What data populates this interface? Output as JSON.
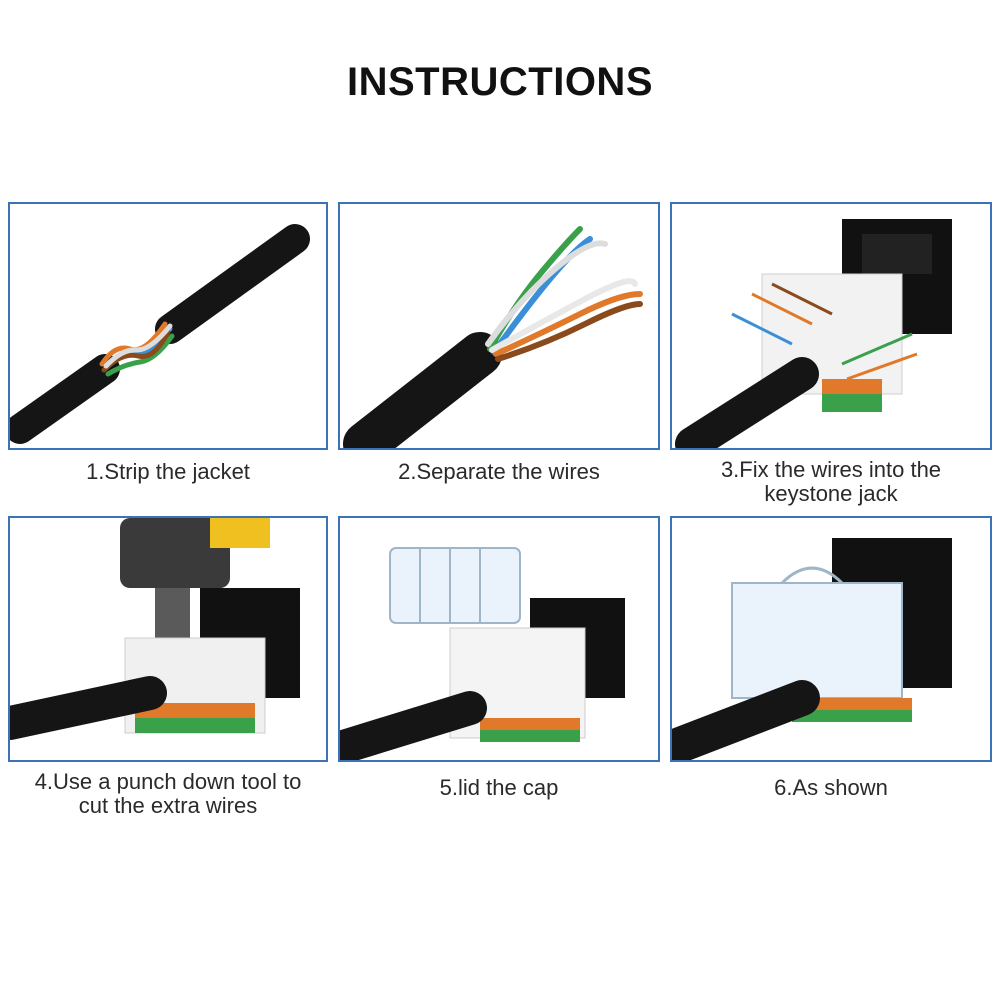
{
  "title": "INSTRUCTIONS",
  "steps": [
    {
      "caption": "1.Strip the jacket",
      "illustration": "cable-stripped-icon"
    },
    {
      "caption": "2.Separate the wires",
      "illustration": "wires-separated-icon"
    },
    {
      "caption_line1": "3.Fix the wires into the",
      "caption_line2": "keystone jack",
      "illustration": "keystone-wiring-icon"
    },
    {
      "caption_line1": "4.Use a punch down tool to",
      "caption_line2": "cut the extra wires",
      "illustration": "punch-down-tool-icon"
    },
    {
      "caption": "5.lid the cap",
      "illustration": "cap-lid-icon"
    },
    {
      "caption": "6.As shown",
      "illustration": "finished-jack-icon"
    }
  ],
  "colors": {
    "border": "#3c72b8",
    "cable": "#1a1a1a",
    "jack_body": "#111111",
    "orange": "#e07a2a",
    "green": "#3aa14a",
    "blue": "#3a8fd8",
    "brown": "#8a4a1c"
  }
}
